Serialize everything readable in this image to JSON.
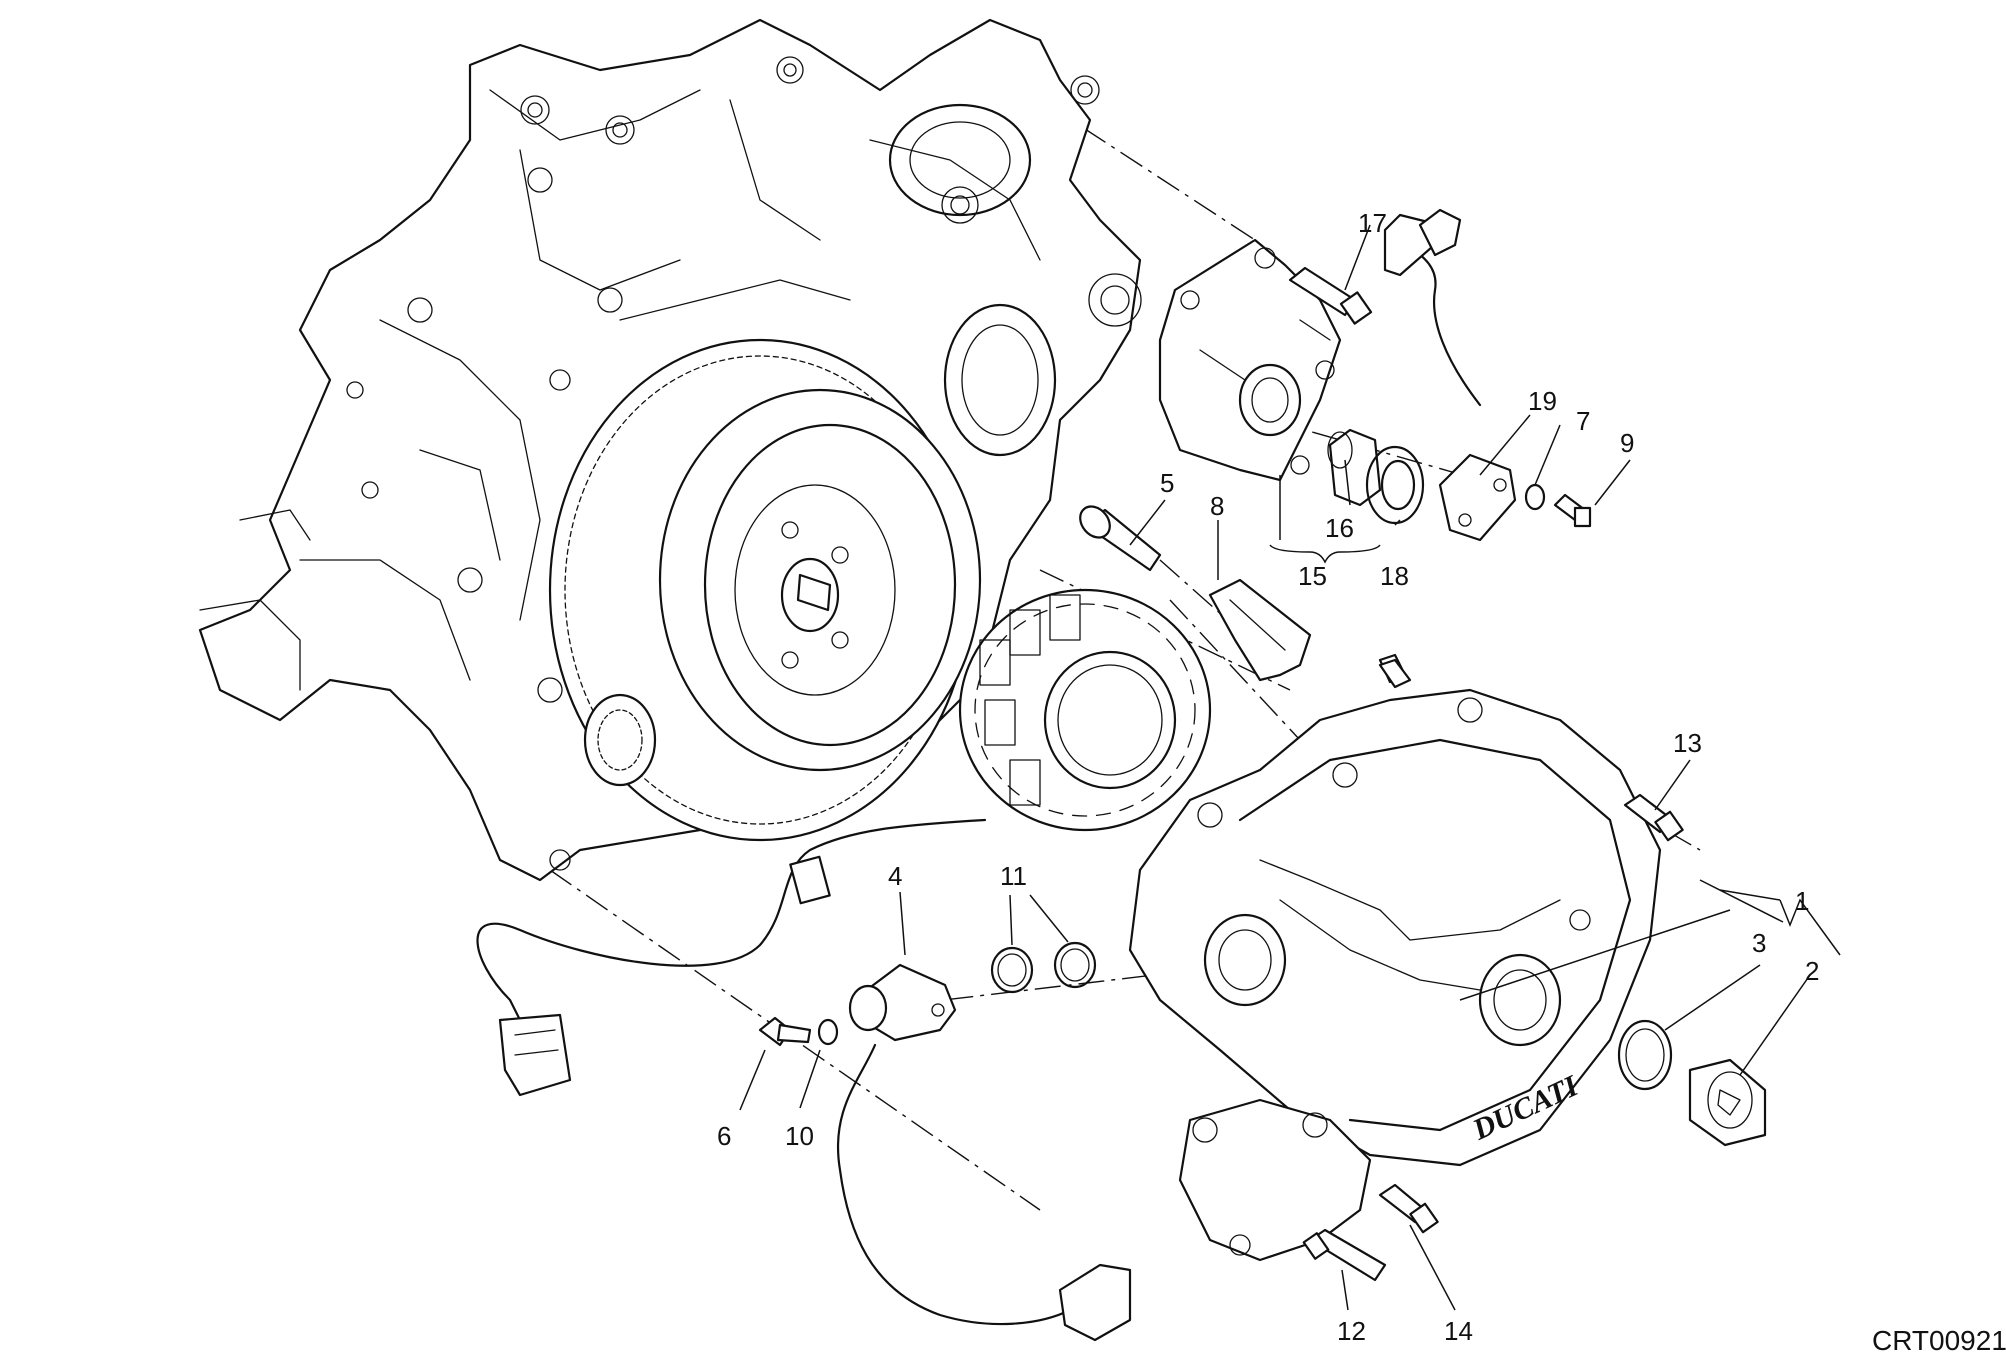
{
  "drawing_code": "CRT00921",
  "brand_mark": "DUCATI",
  "callouts": [
    {
      "id": "c1",
      "label": "1"
    },
    {
      "id": "c2",
      "label": "2"
    },
    {
      "id": "c3",
      "label": "3"
    },
    {
      "id": "c4",
      "label": "4"
    },
    {
      "id": "c5",
      "label": "5"
    },
    {
      "id": "c6",
      "label": "6"
    },
    {
      "id": "c7",
      "label": "7"
    },
    {
      "id": "c8",
      "label": "8"
    },
    {
      "id": "c9",
      "label": "9"
    },
    {
      "id": "c10",
      "label": "10"
    },
    {
      "id": "c11",
      "label": "11"
    },
    {
      "id": "c12",
      "label": "12"
    },
    {
      "id": "c13",
      "label": "13"
    },
    {
      "id": "c14",
      "label": "14"
    },
    {
      "id": "c15",
      "label": "15"
    },
    {
      "id": "c16",
      "label": "16"
    },
    {
      "id": "c17",
      "label": "17"
    },
    {
      "id": "c18",
      "label": "18"
    },
    {
      "id": "c19",
      "label": "19"
    }
  ]
}
